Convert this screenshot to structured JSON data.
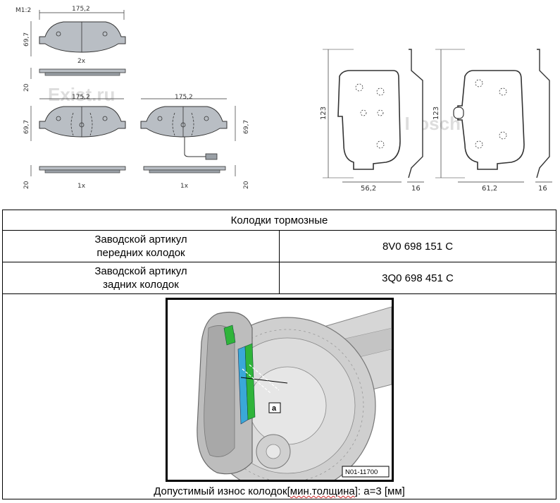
{
  "drawing_front": {
    "scale": "M1:2",
    "width_top": "175,2",
    "height_top": "69,7",
    "qty_top": "2x",
    "thick_top": "20",
    "width_left": "175,2",
    "height_left": "69,7",
    "qty_left": "1x",
    "thick_left": "20",
    "width_right": "175,2",
    "height_right": "69,7",
    "qty_right": "1x",
    "thick_right": "20",
    "watermark": "Exist.ru"
  },
  "drawing_rear": {
    "height_left": "123",
    "width_left": "56,2",
    "thick_left": "16",
    "height_right": "123",
    "width_right": "61,2",
    "thick_right": "16",
    "watermark": "Exist© Bosch"
  },
  "table": {
    "title": "Колодки тормозные",
    "rows": [
      {
        "label_line1": "Заводской артикул",
        "label_line2": "передних колодок",
        "value": "8V0 698 151 C"
      },
      {
        "label_line1": "Заводской артикул",
        "label_line2": "задних колодок",
        "value": "3Q0 698 451 C"
      }
    ],
    "photo_label_a": "a",
    "photo_ref": "N01-11700",
    "caption_pre": "Допустимый износ колодок[",
    "caption_mid": "мин.толщина",
    "caption_post": "]: a=3 [мм]"
  },
  "colors": {
    "pad_fill": "#b9bec4",
    "line": "#333333",
    "green": "#2fb43a",
    "blue": "#3aa8d8"
  }
}
